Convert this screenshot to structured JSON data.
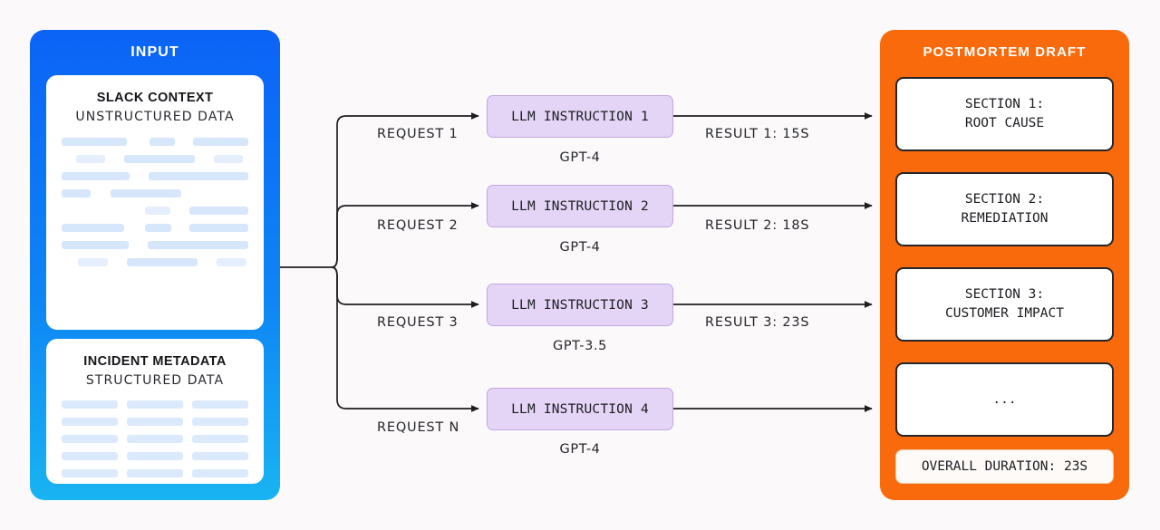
{
  "diagram": {
    "background_color": "#fbf9fa",
    "input": {
      "title": "INPUT",
      "panel_color_top": "#0b63f6",
      "panel_color_bottom": "#18b4f2",
      "cards": [
        {
          "name": "slack-context",
          "title": "SLACK CONTEXT",
          "subtitle": "UNSTRUCTURED DATA",
          "placeholder_style": "ragged-lines"
        },
        {
          "name": "incident-metadata",
          "title": "INCIDENT METADATA",
          "subtitle": "STRUCTURED DATA",
          "placeholder_style": "uniform-grid"
        }
      ]
    },
    "requests": [
      {
        "label": "REQUEST 1"
      },
      {
        "label": "REQUEST 2"
      },
      {
        "label": "REQUEST 3"
      },
      {
        "label": "REQUEST N"
      }
    ],
    "instructions": [
      {
        "label": "LLM INSTRUCTION 1",
        "model": "GPT-4"
      },
      {
        "label": "LLM INSTRUCTION 2",
        "model": "GPT-4"
      },
      {
        "label": "LLM INSTRUCTION 3",
        "model": "GPT-3.5"
      },
      {
        "label": "LLM INSTRUCTION 4",
        "model": "GPT-4"
      }
    ],
    "instruction_box_color": "#e4d5f6",
    "results": [
      {
        "label": "RESULT 1: 15S"
      },
      {
        "label": "RESULT 2: 18S"
      },
      {
        "label": "RESULT 3: 23S"
      }
    ],
    "output": {
      "title": "POSTMORTEM DRAFT",
      "panel_color": "#f96a0c",
      "sections": [
        {
          "line1": "SECTION 1:",
          "line2": "ROOT CAUSE"
        },
        {
          "line1": "SECTION 2:",
          "line2": "REMEDIATION"
        },
        {
          "line1": "SECTION 3:",
          "line2": "CUSTOMER IMPACT"
        },
        {
          "line1": "...",
          "line2": ""
        }
      ],
      "duration": "OVERALL DURATION: 23S"
    }
  }
}
